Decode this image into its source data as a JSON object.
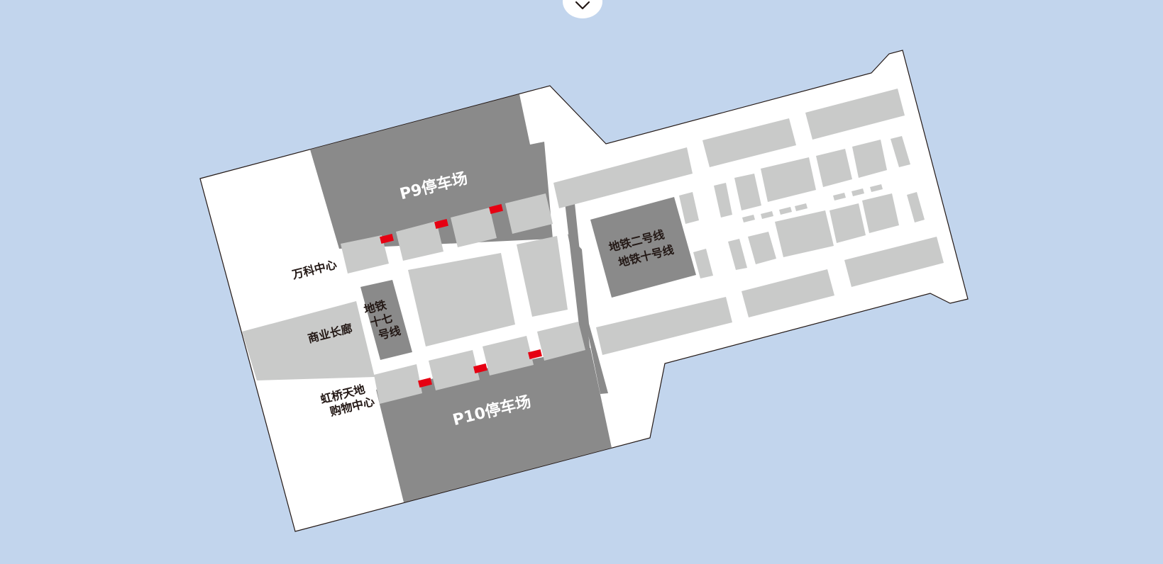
{
  "colors": {
    "background": "#c2d5ed",
    "floor": "#ffffff",
    "outline": "#231815",
    "parking": "#8a8a8a",
    "metro": "#8a8a8a",
    "retail_block": "#c9cac9",
    "entrance_marker": "#e60012"
  },
  "controls": {
    "collapse_icon": "chevron-down-icon"
  },
  "map": {
    "parking_p9": "P9停车场",
    "parking_p10": "P10停车场",
    "vanke_center": "万科中心",
    "commercial_corridor": "商业长廊",
    "hongqiao_tiandi_line1": "虹桥天地",
    "hongqiao_tiandi_line2": "购物中心",
    "metro17_line1": "地铁",
    "metro17_line2": "十七",
    "metro17_line3": "号线",
    "metro_line2": "地铁二号线",
    "metro_line10": "地铁十号线"
  }
}
